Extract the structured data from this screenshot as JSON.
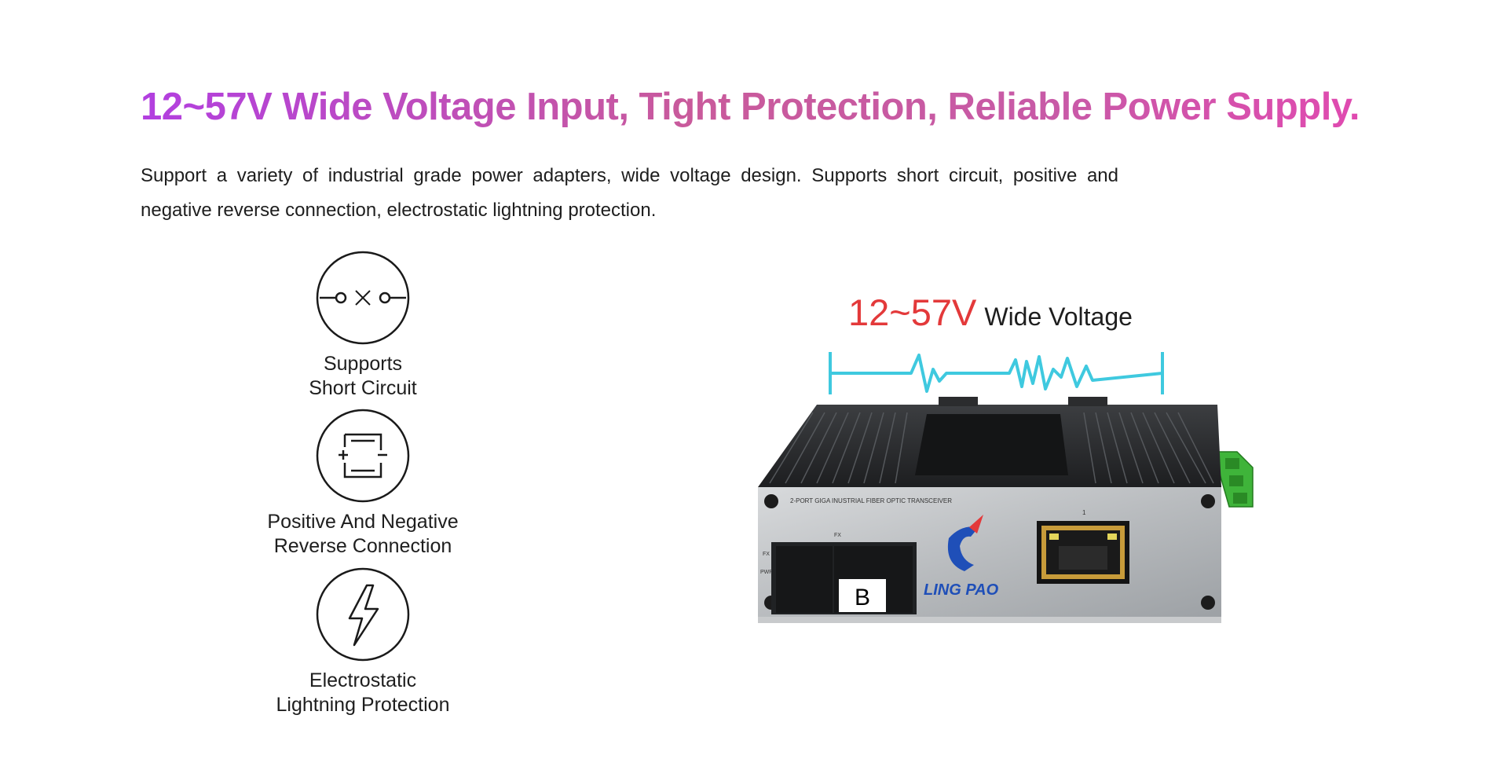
{
  "headline": "12~57V Wide Voltage Input, Tight Protection, Reliable Power Supply.",
  "intro": "Support a variety of industrial grade power adapters, wide voltage design. Supports short circuit, positive and negative reverse connection, electrostatic lightning protection.",
  "features": [
    {
      "icon": "short-circuit-icon",
      "line1": "Supports",
      "line2": "Short Circuit"
    },
    {
      "icon": "reverse-connection-icon",
      "line1": "Positive And Negative",
      "line2": "Reverse Connection"
    },
    {
      "icon": "lightning-icon",
      "line1": "Electrostatic",
      "line2": "Lightning Protection"
    }
  ],
  "voltage": {
    "value": "12~57V",
    "label": "Wide Voltage"
  },
  "device": {
    "model_text": "2-PORT GIGA INUSTRIAL FIBER OPTIC TRANSCEIVER",
    "brand": "LING PAO",
    "port_b": "B",
    "fx_label": "FX",
    "fx_led": "FX",
    "pwr_led": "PWR",
    "port_number": "1"
  },
  "colors": {
    "title_start": "#b23fe0",
    "title_end": "#e04ab0",
    "voltage_red": "#e3393a",
    "wave_cyan": "#3fc9df"
  }
}
